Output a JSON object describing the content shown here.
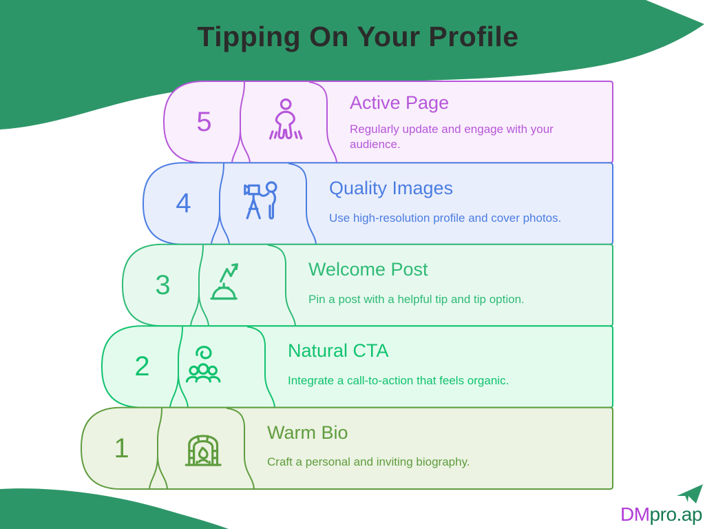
{
  "title": "Tipping On Your Profile",
  "brand": {
    "green": "#2d9668",
    "title_color": "#2b2b2b",
    "background": "#ffffff"
  },
  "steps": [
    {
      "number": "5",
      "title": "Active Page",
      "description": "Regularly update and engage with your audience.",
      "icon": "walking-person-icon",
      "stroke_color": "#b657da",
      "fill_color": "#faeffc"
    },
    {
      "number": "4",
      "title": "Quality Images",
      "description": "Use high-resolution profile and cover photos.",
      "icon": "photographer-tripod-icon",
      "stroke_color": "#4b7de1",
      "fill_color": "#e9eefc"
    },
    {
      "number": "3",
      "title": "Welcome Post",
      "description": "Pin a post with a helpful tip and tip option.",
      "icon": "burner-flame-icon",
      "stroke_color": "#2fba75",
      "fill_color": "#e7f9ef"
    },
    {
      "number": "2",
      "title": "Natural CTA",
      "description": "Integrate a call-to-action that feels organic.",
      "icon": "audience-group-icon",
      "stroke_color": "#10c26f",
      "fill_color": "#e3fbec"
    },
    {
      "number": "1",
      "title": "Warm Bio",
      "description": "Craft a personal and inviting biography.",
      "icon": "fireplace-icon",
      "stroke_color": "#5f9c3f",
      "fill_color": "#ecf3e2"
    }
  ],
  "logo": {
    "prefix": "DM",
    "suffix": "pro.ap",
    "prefix_color": "#b13ad6",
    "suffix_color": "#157a52",
    "plane_color": "#2d9668"
  }
}
